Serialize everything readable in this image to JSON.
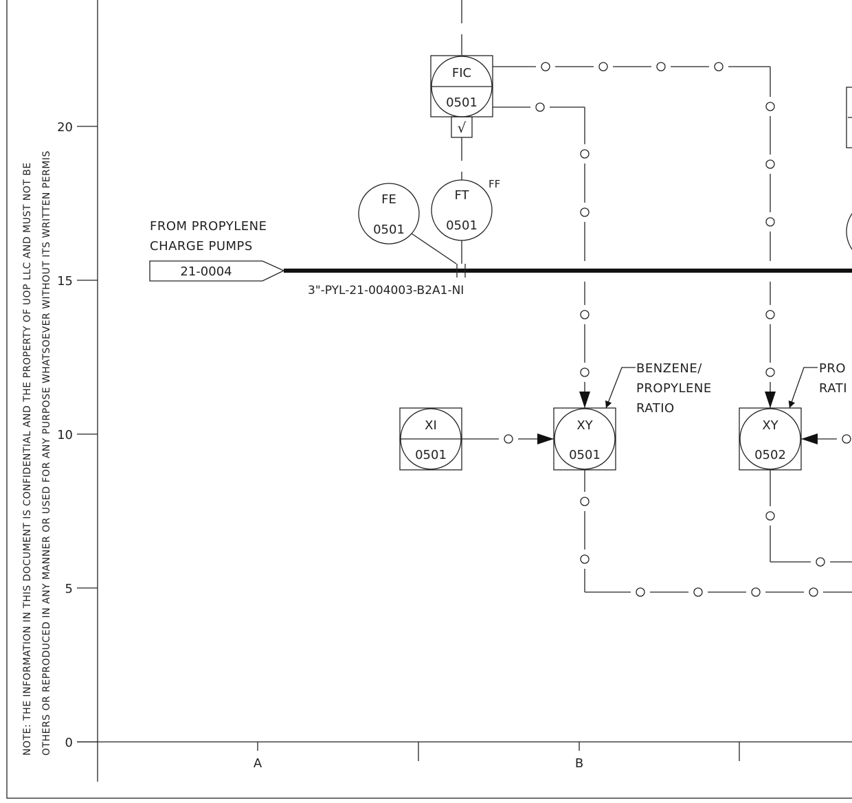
{
  "note": {
    "line1": "NOTE:   THE INFORMATION IN THIS DOCUMENT IS CONFIDENTIAL AND THE PROPERTY OF UOP LLC AND MUST NOT BE",
    "line2": "OTHERS OR REPRODUCED IN ANY MANNER OR USED FOR ANY PURPOSE WHATSOEVER WITHOUT ITS WRITTEN PERMIS"
  },
  "grid": {
    "row_labels": [
      "20",
      "15",
      "10",
      "5",
      "0"
    ],
    "col_labels": [
      "A",
      "B"
    ]
  },
  "source": {
    "line1": "FROM PROPYLENE",
    "line2": "CHARGE PUMPS",
    "ref": "21-0004",
    "pipe_spec": "3\"-PYL-21-004003-B2A1-NI"
  },
  "instruments": {
    "fic": {
      "tag": "FIC",
      "num": "0501"
    },
    "sqrt": {
      "symbol": "√"
    },
    "fe": {
      "tag": "FE",
      "num": "0501"
    },
    "ft": {
      "tag": "FT",
      "num": "0501",
      "note": "FF"
    },
    "xi": {
      "tag": "XI",
      "num": "0501"
    },
    "xy1": {
      "tag": "XY",
      "num": "0501"
    },
    "xy2": {
      "tag": "XY",
      "num": "0502"
    }
  },
  "callouts": {
    "xy1_line1": "BENZENE/",
    "xy1_line2": "PROPYLENE",
    "xy1_line3": "RATIO",
    "xy2_line1": "PRO",
    "xy2_line2": "RATI"
  }
}
